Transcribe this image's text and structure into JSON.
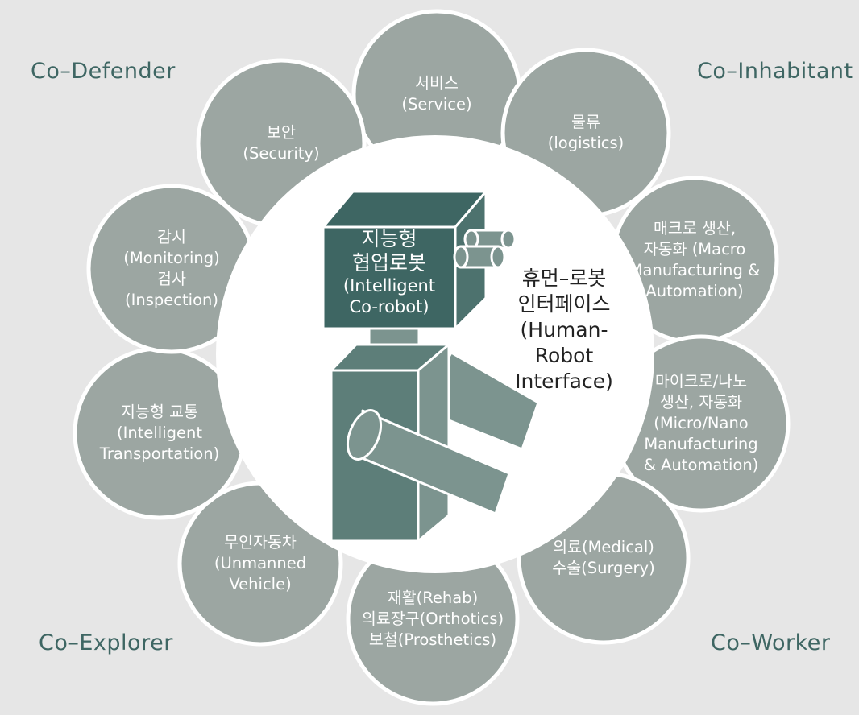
{
  "corners": {
    "top_left": "Co–Defender",
    "top_right": "Co–Inhabitant",
    "bottom_left": "Co–Explorer",
    "bottom_right": "Co–Worker"
  },
  "petals": [
    {
      "id": "service",
      "lines": [
        "서비스",
        "(Service)"
      ]
    },
    {
      "id": "logistics",
      "lines": [
        "물류",
        "(logistics)"
      ]
    },
    {
      "id": "macro",
      "lines": [
        "매크로 생산,",
        "자동화 (Macro",
        "Manufacturing &",
        "Automation)"
      ]
    },
    {
      "id": "micro",
      "lines": [
        "마이크로/나노",
        "생산, 자동화",
        "(Micro/Nano",
        "Manufacturing",
        "& Automation)"
      ]
    },
    {
      "id": "medical",
      "lines": [
        "의료(Medical)",
        "수술(Surgery)"
      ]
    },
    {
      "id": "rehab",
      "lines": [
        "재활(Rehab)",
        "의료장구(Orthotics)",
        "보철(Prosthetics)"
      ]
    },
    {
      "id": "unmanned",
      "lines": [
        "무인자동차",
        "(Unmanned",
        "Vehicle)"
      ]
    },
    {
      "id": "transport",
      "lines": [
        "지능형 교통",
        "(Intelligent",
        "Transportation)"
      ]
    },
    {
      "id": "monitoring",
      "lines": [
        "감시",
        "(Monitoring)",
        "검사",
        "(Inspection)"
      ]
    },
    {
      "id": "security",
      "lines": [
        "보안",
        "(Security)"
      ]
    }
  ],
  "center": {
    "robot_lines": [
      "지능형",
      "협업로봇",
      "(Intelligent",
      "Co-robot)"
    ],
    "hri_lines": [
      "휴먼–로봇",
      "인터페이스",
      "(Human-",
      "Robot",
      "Interface)"
    ]
  },
  "colors": {
    "background": "#e6e6e6",
    "petal": "#9ca6a2",
    "robot_dark": "#3e6663",
    "robot_body": "#5d7e79",
    "robot_side": "#7c948f",
    "corner_text": "#3e6663"
  }
}
